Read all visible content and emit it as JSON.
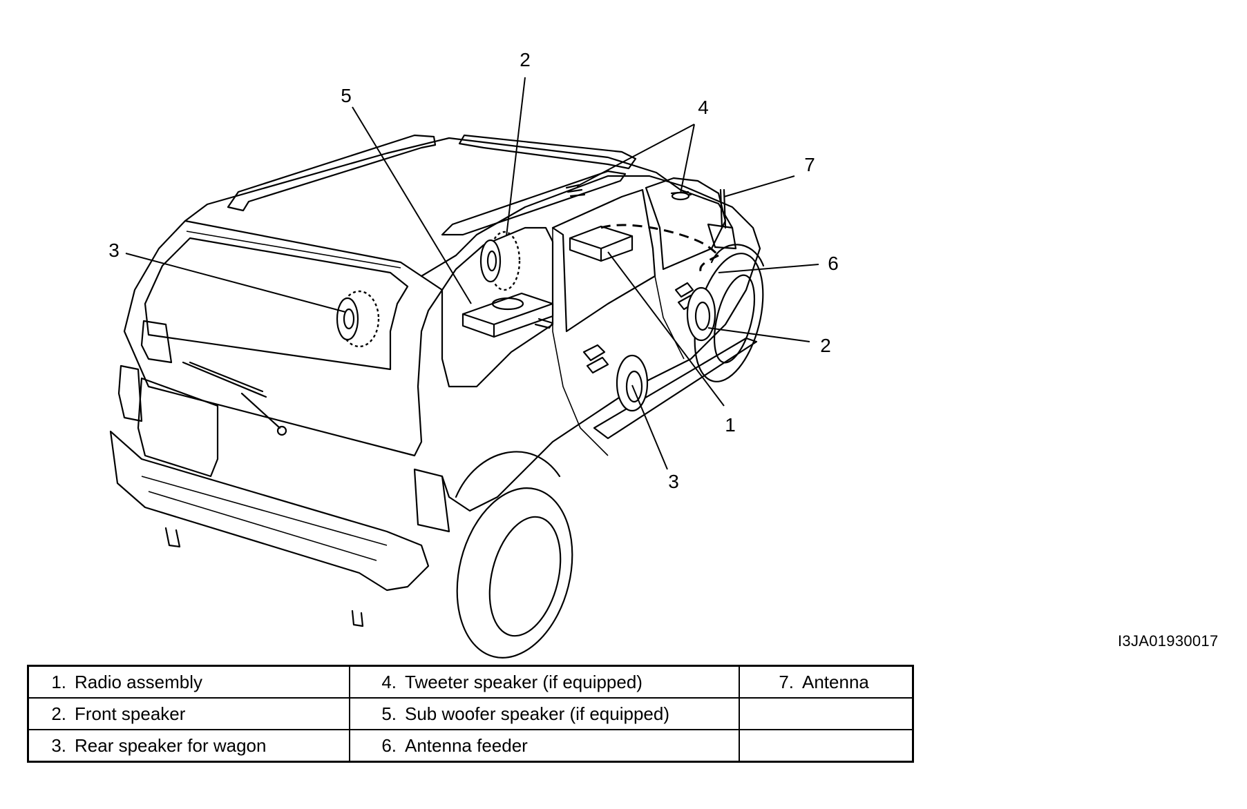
{
  "callouts": {
    "radio_assembly": "1",
    "front_speaker_upper": "2",
    "front_speaker_lower": "2",
    "rear_speaker_left": "3",
    "rear_speaker_right": "3",
    "tweeter_speaker": "4",
    "sub_woofer_speaker": "5",
    "antenna_feeder": "6",
    "antenna": "7"
  },
  "document_code": "I3JA01930017",
  "legend": {
    "rows": [
      [
        {
          "num": "1.",
          "label": "Radio assembly"
        },
        {
          "num": "4.",
          "label": "Tweeter speaker (if equipped)"
        },
        {
          "num": "7.",
          "label": "Antenna"
        }
      ],
      [
        {
          "num": "2.",
          "label": "Front speaker"
        },
        {
          "num": "5.",
          "label": "Sub woofer speaker (if equipped)"
        },
        {
          "num": "",
          "label": ""
        }
      ],
      [
        {
          "num": "3.",
          "label": "Rear speaker for wagon"
        },
        {
          "num": "6.",
          "label": "Antenna feeder"
        },
        {
          "num": "",
          "label": ""
        }
      ]
    ]
  }
}
